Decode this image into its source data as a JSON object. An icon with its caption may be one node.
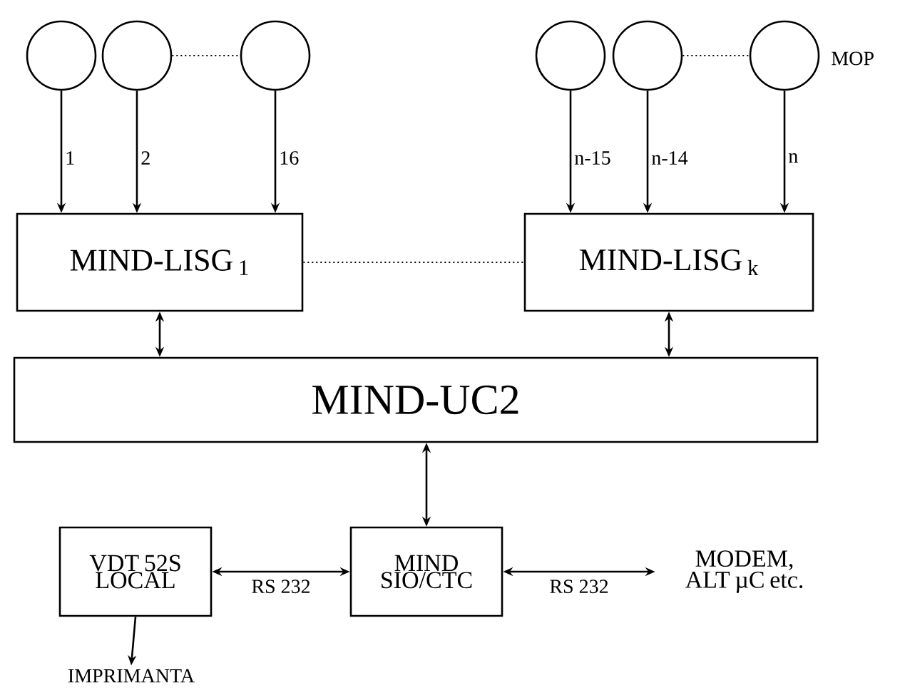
{
  "diagram": {
    "nodes": [
      {
        "text": [],
        "shape": "circle"
      },
      {
        "text": [],
        "shape": "circle"
      },
      {
        "text": [],
        "shape": "circle"
      },
      {
        "text": [],
        "shape": "circle"
      },
      {
        "text": [],
        "shape": "circle"
      },
      {
        "text": [],
        "shape": "circle",
        "beside": [
          "MOP"
        ]
      },
      {
        "text": [
          "MIND-LISG $_{1}$"
        ]
      },
      {
        "text": [
          "MIND-LISG $_{k}$"
        ]
      },
      {
        "text": [
          "MIND-UC2"
        ]
      },
      {
        "text": [
          "VDT 52S LOCAL"
        ]
      },
      {
        "text": [
          "MIND SIO/CTC"
        ]
      },
      {
        "text": [
          "MODEM, ALT µC etc."
        ]
      },
      {
        "text": [
          "IMPRIMANTA"
        ]
      }
    ],
    "edges": [
      {
        "from": 0,
        "to": 6,
        "arrow": "to",
        "label": "1"
      },
      {
        "from": 1,
        "to": 6,
        "arrow": "to",
        "label": "2"
      },
      {
        "from": 2,
        "to": 6,
        "arrow": "to",
        "label": "16"
      },
      {
        "from": 3,
        "to": 7,
        "arrow": "to",
        "label": "n-15"
      },
      {
        "from": 4,
        "to": 7,
        "arrow": "to",
        "label": "n-14"
      },
      {
        "from": 5,
        "to": 7,
        "arrow": "to",
        "label": "n"
      },
      {
        "from": 1,
        "to": 2,
        "arrow": "none",
        "style": "dashed"
      },
      {
        "from": 4,
        "to": 5,
        "arrow": "none",
        "style": "dashed"
      },
      {
        "from": 6,
        "to": 7,
        "arrow": "none",
        "style": "dashed"
      },
      {
        "from": 6,
        "to": 8,
        "arrow": "both"
      },
      {
        "from": 7,
        "to": 8,
        "arrow": "both"
      },
      {
        "from": 8,
        "to": 10,
        "arrow": "both"
      },
      {
        "from": 9,
        "to": 10,
        "arrow": "both",
        "label": "RS 232"
      },
      {
        "from": 10,
        "to": 11,
        "arrow": "both",
        "label": "RS 232"
      },
      {
        "from": 9,
        "to": 12,
        "arrow": "to"
      }
    ]
  }
}
